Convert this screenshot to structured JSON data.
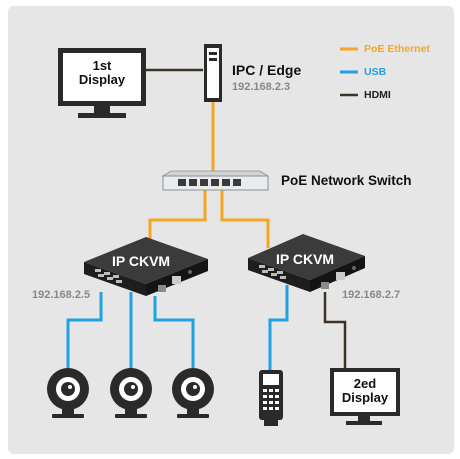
{
  "colors": {
    "background": "#e6e6e6",
    "poe": "#f5a623",
    "usb": "#1ea2e4",
    "hdmi": "#3c3226",
    "device": "#2a2a2a"
  },
  "legend": {
    "poe": "PoE Ethernet",
    "usb": "USB",
    "hdmi": "HDMI"
  },
  "ipc": {
    "title": "IPC / Edge",
    "ip": "192.168.2.3"
  },
  "switch": {
    "title": "PoE Network Switch"
  },
  "kvm_left": {
    "title": "IP CKVM",
    "ip": "192.168.2.5"
  },
  "kvm_right": {
    "title": "IP CKVM",
    "ip": "192.168.2.7"
  },
  "display1": {
    "line1": "1st",
    "line2": "Display"
  },
  "display2": {
    "line1": "2ed",
    "line2": "Display"
  },
  "icons": [
    "monitor-icon",
    "pc-tower-icon",
    "network-switch-icon",
    "kvm-box-icon",
    "webcam-icon",
    "barcode-scanner-icon"
  ]
}
